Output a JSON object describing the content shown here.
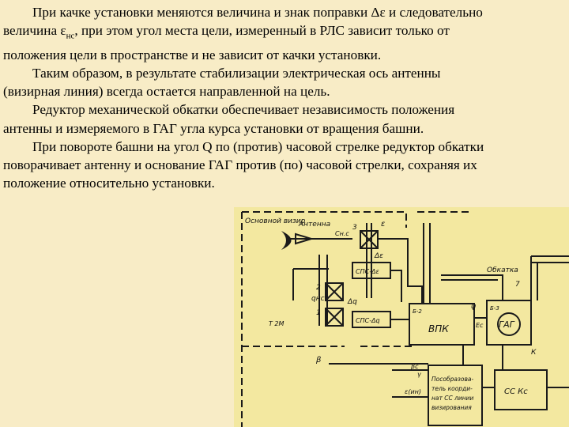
{
  "paragraphs": [
    {
      "lines": [
        "При качке установки меняются величина и знак поправки Δε и следовательно",
        "величина ε",
        "нс",
        ", при этом угол места  цели,  измеренный в РЛС зависит только от",
        "положения цели в пространстве и не зависит от качки установки."
      ]
    },
    {
      "lines": [
        "Таким образом, в результате стабилизации электрическая ось антенны",
        "(визирная линия) всегда остается  направленной на цель."
      ]
    },
    {
      "lines": [
        "Редуктор механической обкатки обеспечивает независимость положения",
        "антенны и измеряемого в ГАГ угла курса установки от вращения башни."
      ]
    },
    {
      "lines": [
        "При повороте башни на угол Q по (против) часовой стрелке редуктор обкатки",
        "поворачивает антенну и основание ГАГ против (по) часовой стрелки, сохраняя их",
        "положение относительно установки."
      ]
    }
  ],
  "diagram": {
    "labels": {
      "main_sight": "Основной визир",
      "antenna": "Антенна",
      "c_nc": "Сн.с",
      "eps": "ε",
      "num3": "3",
      "d_eps": "Δε",
      "sps_de": "СПС-Δε",
      "num2": "2",
      "q_hc": "qнс",
      "d_q": "Δq",
      "num1": "1",
      "sps_dq": "СПС-Δq",
      "t2m": "Т  2М",
      "obkatka": "Обкатка",
      "num7": "7",
      "psi": "ψ",
      "vpk_tag": "Б-2",
      "vpk": "ВПК",
      "gag_tag": "Б-3",
      "gag": "ГАГ",
      "eps_c": "Ес",
      "k_lab": "К",
      "beta": "β",
      "pc_lines": [
        "Пособразова-",
        "тель коорди-",
        "нат СС линии",
        "визирования"
      ],
      "cs_ks": "СС  Кс",
      "beta_c": "βс",
      "gamma": "γ",
      "eps_ih": "ε(ин)"
    }
  },
  "colors": {
    "background": "#f8ecc6",
    "diagram_bg": "#f3e8a0",
    "ink": "#1a1a1a"
  }
}
